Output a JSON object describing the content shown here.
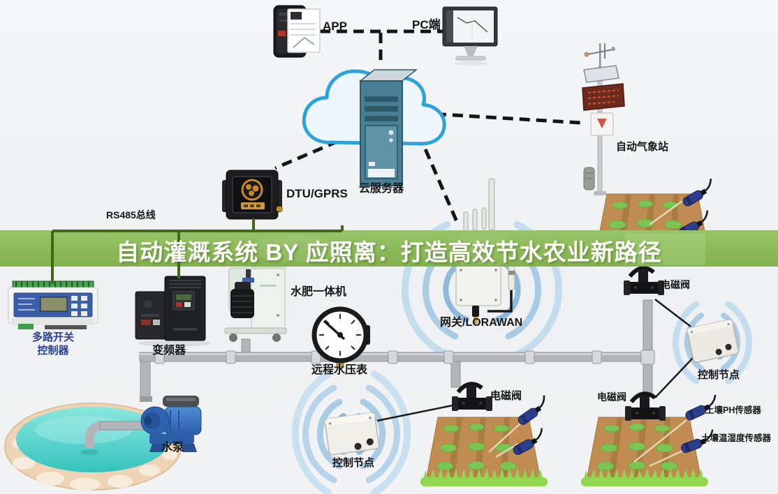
{
  "banner": {
    "title": "自动灌溉系统 BY 应照离：打造高效节水农业新路径",
    "bg_color": "#8dbb57",
    "text_color": "#ffffff"
  },
  "top": {
    "app_label": "APP",
    "pc_label": "PC端"
  },
  "cloud": {
    "label": "云服务器"
  },
  "dtu": {
    "label": "DTU/GPRS"
  },
  "bus": {
    "label": "RS485总线"
  },
  "weather": {
    "label": "自动气象站"
  },
  "controller": {
    "label1": "多路开关",
    "label2": "控制器"
  },
  "vfd": {
    "label": "变频器"
  },
  "fertilizer": {
    "label": "水肥一体机"
  },
  "gateway": {
    "label": "网关/LORAWAN"
  },
  "gauge": {
    "label": "远程水压表"
  },
  "pump": {
    "label": "水泵"
  },
  "nodes": {
    "mid_label": "控制节点",
    "right_label": "控制节点"
  },
  "valves": {
    "top_label": "电磁阀",
    "mid_label": "电磁阀",
    "bottom_label": "电磁阀"
  },
  "sensors": {
    "ph": "土壤PH传感器",
    "temp": "土壤温湿度传感器"
  },
  "colors": {
    "banner_green": "#8dbb57",
    "bus_green": "#3e6a14",
    "wifi_blue": "#a9cbe4",
    "pipe_gray": "#b3b5b8",
    "soil_brown": "#c08c52",
    "crop_green": "#7cc553",
    "water_teal": "#49ccc6",
    "pump_blue": "#3a77c2",
    "server_teal": "#4a8196",
    "cloud_blue": "#2aa2da",
    "dtu_orange": "#cf8a2a",
    "sensor_blue": "#2c3f8c"
  }
}
